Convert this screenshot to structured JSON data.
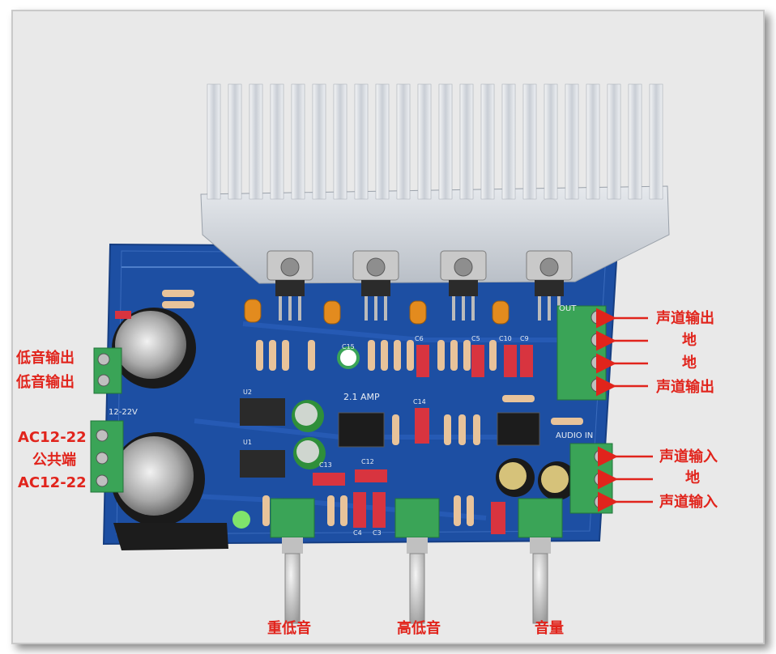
{
  "board": {
    "silk_amp": "2.1 AMP",
    "silk_out": "OUT",
    "silk_audio_in": "AUDIO IN",
    "silk_power": "12-22V",
    "refs": {
      "c15": "C15",
      "c6": "C6",
      "c5": "C5",
      "c10": "C10",
      "c9": "C9",
      "c14": "C14",
      "c13": "C13",
      "c12": "C12",
      "c4": "C4",
      "c3": "C3",
      "u1": "U1",
      "u2": "U2"
    }
  },
  "labels": {
    "left": {
      "bass_out_1": "低音输出",
      "bass_out_2": "低音输出",
      "ac_1": "AC12-22",
      "common": "公共端",
      "ac_2": "AC12-22"
    },
    "right": {
      "ch_out_1": "声道输出",
      "gnd_1": "地",
      "gnd_2": "地",
      "ch_out_2": "声道输出",
      "ch_in_1": "声道输入",
      "gnd_3": "地",
      "ch_in_2": "声道输入"
    },
    "bottom": {
      "subwoofer": "重低音",
      "treble": "高低音",
      "volume": "音量"
    }
  },
  "colors": {
    "label_red": "#e1241c",
    "pcb_blue": "#1d4fa3",
    "heatsink": "#d9dde2",
    "terminal_green": "#3aa457"
  },
  "icons": [
    "arrow-left-icon",
    "arrow-right-icon"
  ]
}
